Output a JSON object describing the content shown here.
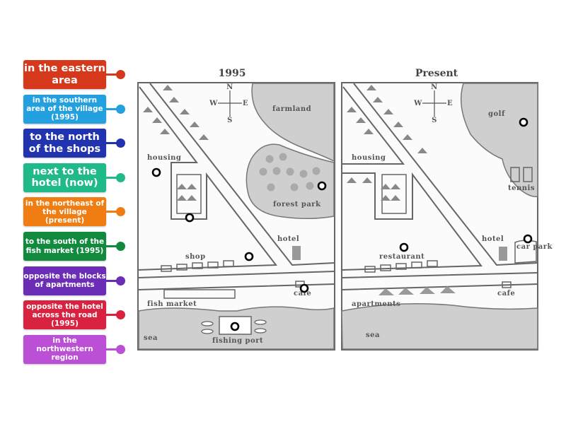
{
  "labels": [
    {
      "text": "in the eastern area",
      "color": "#d5381a",
      "size": "big"
    },
    {
      "text": "in the southern area of the village (1995)",
      "color": "#22a0e0",
      "size": "small"
    },
    {
      "text": "to the north of the shops",
      "color": "#2233b0",
      "size": "big"
    },
    {
      "text": "next to the hotel (now)",
      "color": "#1fb98a",
      "size": "big"
    },
    {
      "text": "in the northeast of the village (present)",
      "color": "#f07d12",
      "size": "small"
    },
    {
      "text": "to the south of the fish market (1995)",
      "color": "#118a3e",
      "size": "small"
    },
    {
      "text": "opposite the blocks of apartments",
      "color": "#6b2db5",
      "size": "small"
    },
    {
      "text": "opposite the hotel across the road (1995)",
      "color": "#d9223f",
      "size": "small"
    },
    {
      "text": "in the northwestern region",
      "color": "#bb4fd6",
      "size": "small"
    }
  ],
  "map1995": {
    "title": "1995",
    "compass": {
      "n": "N",
      "s": "S",
      "w": "W",
      "e": "E"
    },
    "farmland": "farmland",
    "housing": "housing",
    "forest_park": "forest park",
    "hotel": "hotel",
    "shop": "shop",
    "fish_market": "fish market",
    "cafe": "cafe",
    "sea": "sea",
    "fishing_port": "fishing port"
  },
  "mapPresent": {
    "title": "Present",
    "compass": {
      "n": "N",
      "s": "S",
      "w": "W",
      "e": "E"
    },
    "golf": "golf",
    "housing": "housing",
    "tennis": "tennis",
    "hotel": "hotel",
    "car_park": "car park",
    "restaurant": "restaurant",
    "apartments": "apartments",
    "cafe": "cafe",
    "sea": "sea"
  },
  "drop_targets_count": 9
}
